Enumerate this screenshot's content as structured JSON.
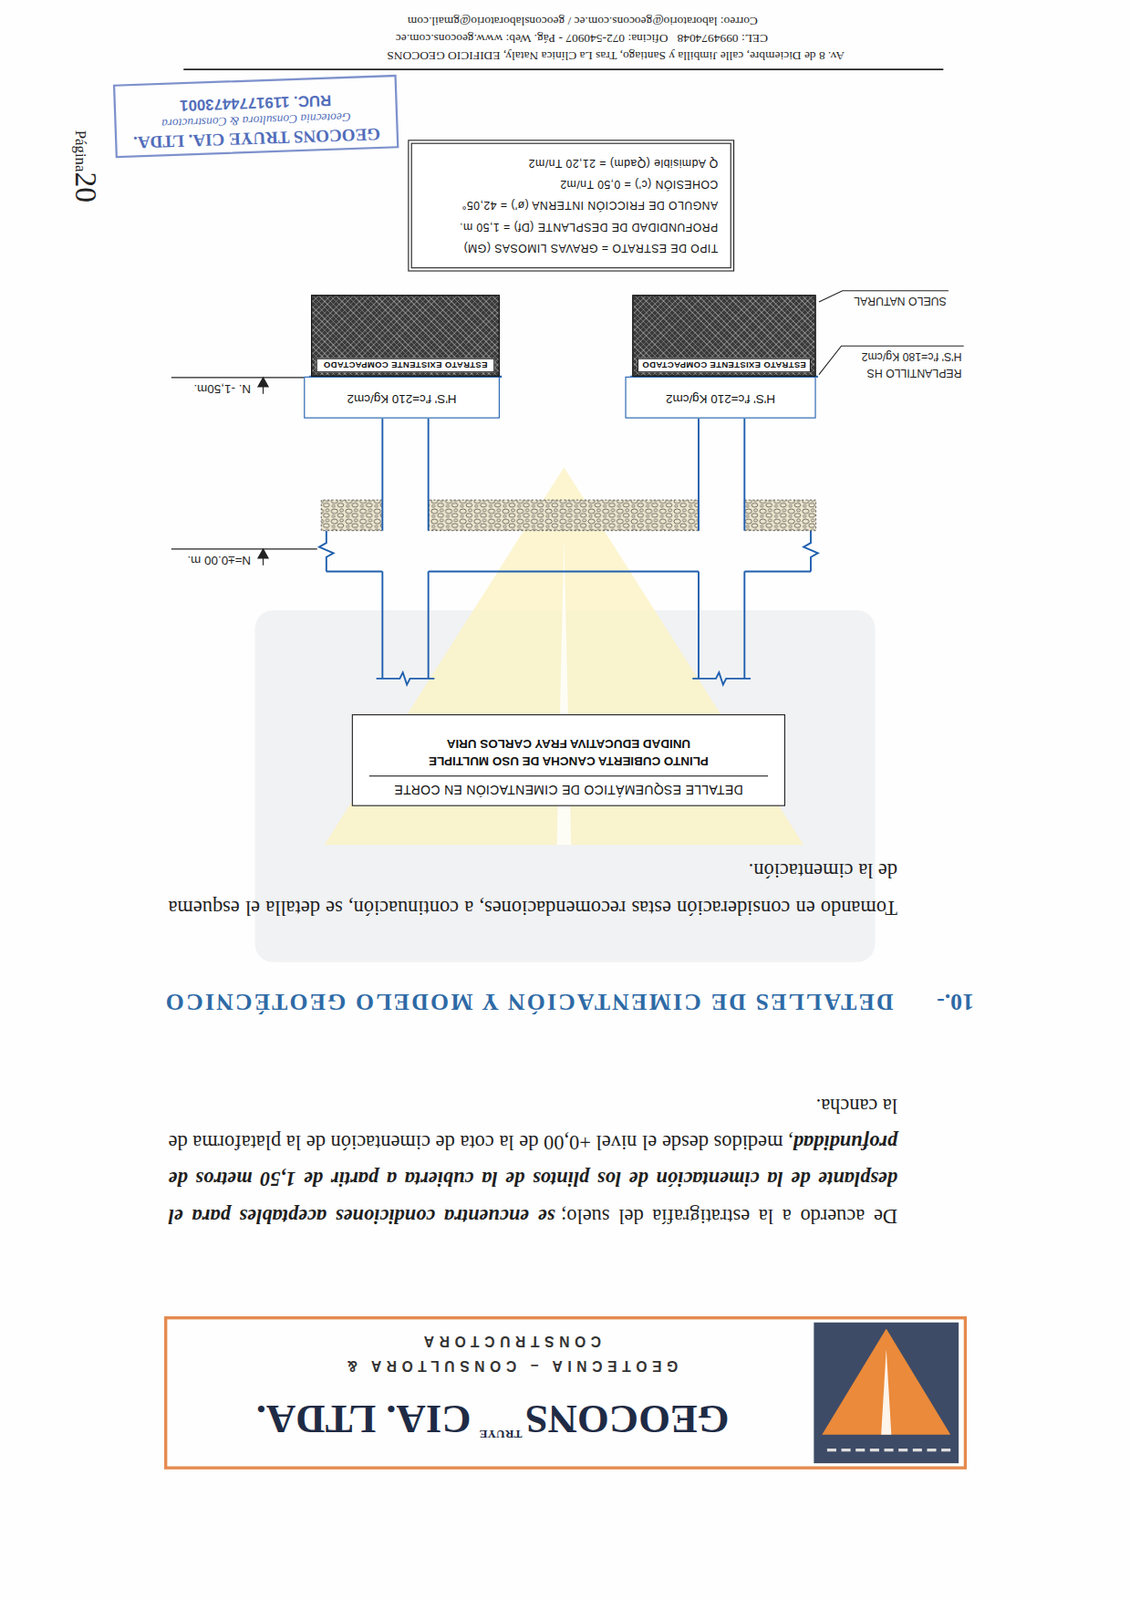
{
  "diagram": {
    "nodes": [
      {
        "text": [
          "GEOCONS",
          "TRUYE",
          "CIA. LTDA.",
          "GEOTECNIA – CONSULTORA & CONSTRUCTORA"
        ]
      },
      {
        "text": [
          "DETALLE ESQUEMÁTICO DE CIMENTACIÓN EN CORTE",
          "PLINTO CUBIERTA CANCHA DE USO MULTIPLE",
          "UNIDAD EDUCATIVA FRAY CARLOS URIA"
        ]
      },
      {
        "text": [
          "H'S' f'c=210 Kg/cm2"
        ]
      },
      {
        "text": [
          "H'S' f'c=210 Kg/cm2"
        ]
      },
      {
        "text": [
          "ESTRATO EXISTENTE COMPACTADO"
        ]
      },
      {
        "text": [
          "ESTRATO EXISTENTE COMPACTADO"
        ]
      },
      {
        "text": [
          "TIPO DE ESTRATO = GRAVAS LIMOSAS (GM)",
          "PROFUNDIDAD DE DESPLANTE (Df) = 1,50 m.",
          "ANGULO DE FRICCIÓN INTERNA (ø') = 42,05°",
          "COHESIÓN (c') = 0,50 Tn/m2",
          "Q Admisible (Qadm) = 21,20 Tn/m2"
        ]
      }
    ],
    "labels": [
      "De acuerdo a la estratigrafía del suelo;",
      "se encuentra condiciones aceptables para el desplante de la cimentación de los plintos de la cubierta a partir de 1,50 metros de profundidad",
      ", medidos desde el nivel +0,00 de la cota de cimentación de la plataforma de la cancha.",
      "10.-",
      "DETALLES DE CIMENTACIÓN Y MODELO GEOTÉCNICO",
      "Tomando en consideración estas recomendaciones, a continuación, se detalla el esquema de la cimentación.",
      "N=±0.00 m.",
      "N. -1,50m.",
      "REPLANTILLO HS",
      "H'S' f'c=180 Kg/cm2",
      "SUELO NATURAL",
      "Av. 8 de Diciembre, calle Jimbilla y Santiago, Tras La Clínica Nataly, EDIFICIO GEOCONS",
      "CEL: 0994974048   Oficina: 072-540907 - Pág. Web: www.geocons.com.ec",
      "Correo: laboratorio@geocons.com.ec / geoconslaboratorio@gmail.com",
      "Página",
      "20",
      "GEOCONS TRUYE CIA. LTDA.",
      "Geotecnia Consultora & Constructora",
      "RUC. 1191774473001"
    ]
  }
}
